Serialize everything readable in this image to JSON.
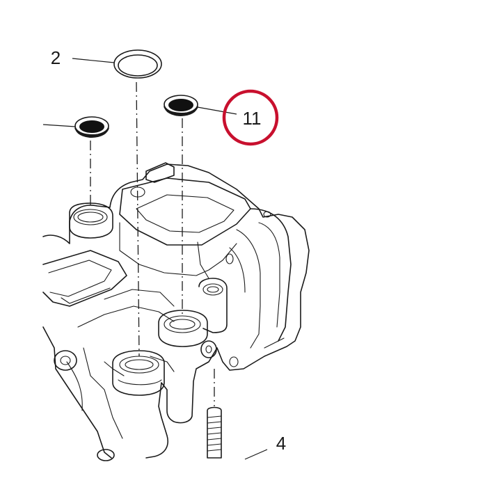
{
  "diagram": {
    "callouts": [
      {
        "id": "part-2",
        "label": "2"
      },
      {
        "id": "part-11",
        "label": "11"
      },
      {
        "id": "part-4",
        "label": "4"
      }
    ],
    "highlight": {
      "target": "part-11",
      "color": "#c8102e"
    },
    "line_color": "#1a1a1a"
  }
}
